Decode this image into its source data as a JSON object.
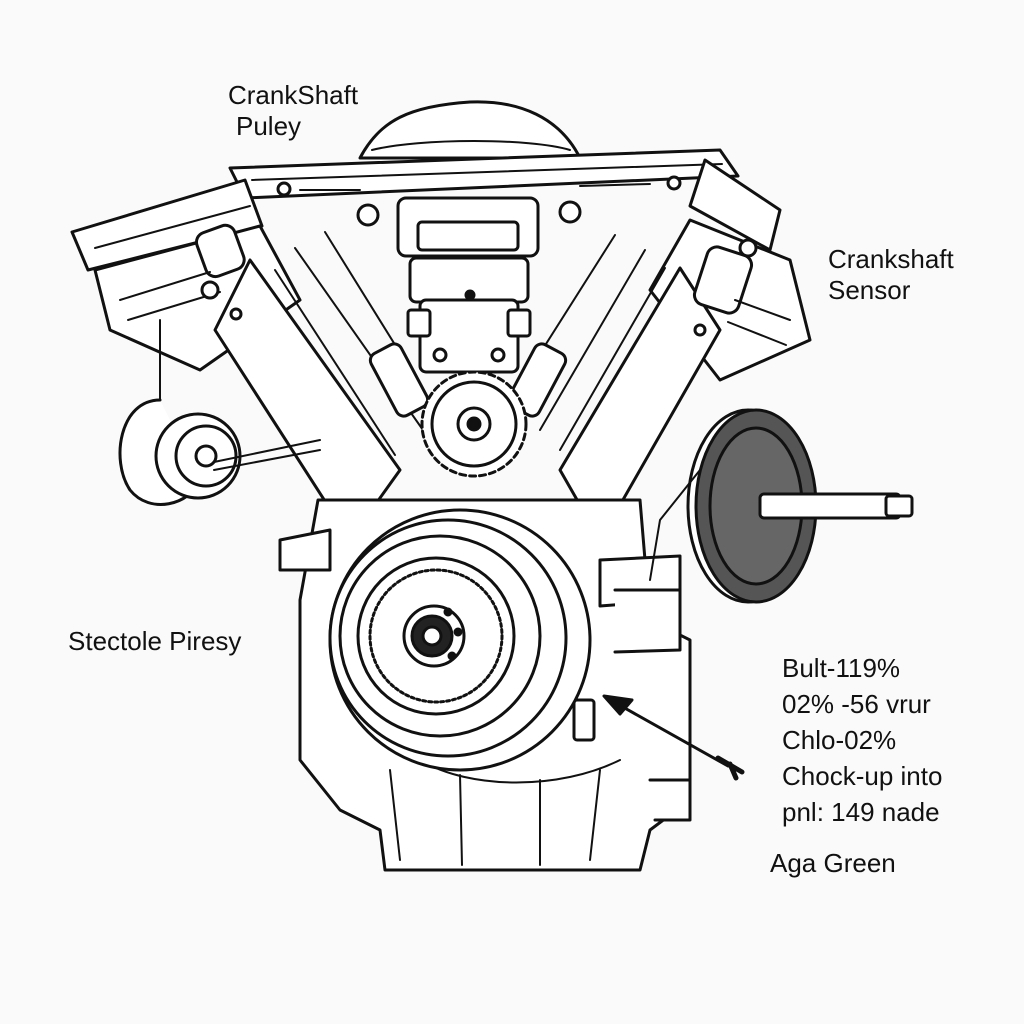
{
  "callouts": {
    "crankshaft_pulley": [
      "CrankShaft",
      "Puley"
    ],
    "crankshaft_sensor": [
      "Crankshaft",
      "Sensor"
    ],
    "side_label": "Stectole Piresy"
  },
  "spec_notes": [
    "Bult-119%",
    "02% -56 vrur",
    "Chlo-02%",
    "Chock-up into",
    "pnl: 149 nade"
  ],
  "footer_label": "Aga Green",
  "colors": {
    "ink": "#111111",
    "paper": "#fafafa",
    "wheel_fill": "#555555"
  }
}
